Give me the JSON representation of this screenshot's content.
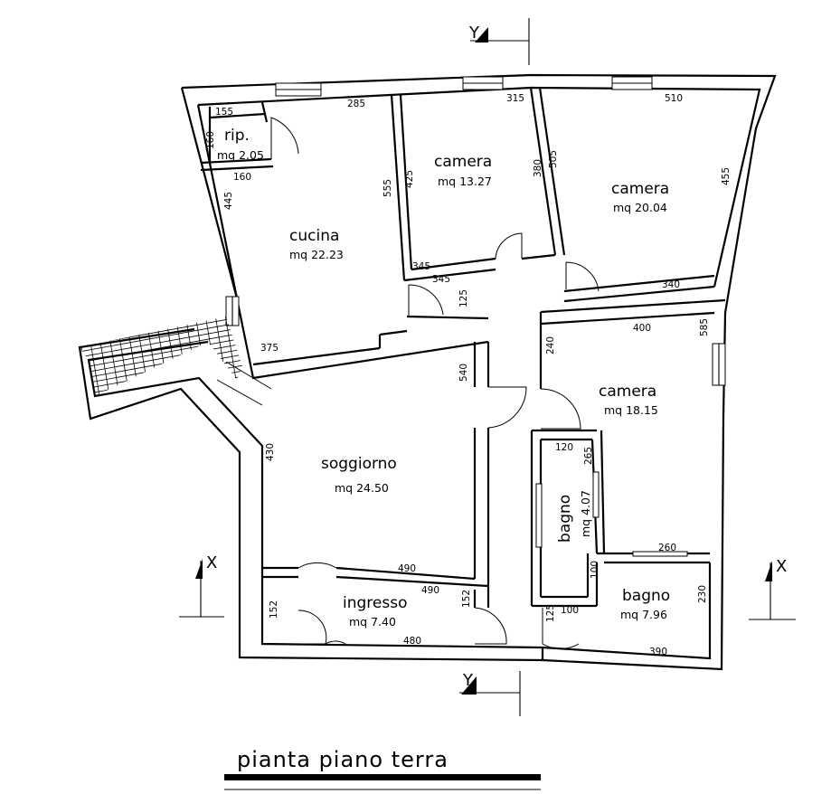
{
  "title": "pianta piano terra",
  "rooms": {
    "rip": {
      "name": "rip.",
      "area": "mq 2.05"
    },
    "cucina": {
      "name": "cucina",
      "area": "mq 22.23"
    },
    "camera1": {
      "name": "camera",
      "area": "mq 13.27"
    },
    "camera2": {
      "name": "camera",
      "area": "mq 20.04"
    },
    "camera3": {
      "name": "camera",
      "area": "mq 18.15"
    },
    "soggiorno": {
      "name": "soggiorno",
      "area": "mq 24.50"
    },
    "bagno1": {
      "name": "bagno",
      "area": "mq 4.07"
    },
    "bagno2": {
      "name": "bagno",
      "area": "mq 7.96"
    },
    "ingresso": {
      "name": "ingresso",
      "area": "mq 7.40"
    }
  },
  "dimensions": {
    "d155": "155",
    "d285": "285",
    "d315": "315",
    "d510": "510",
    "d160a": "160",
    "d160b": "160",
    "d445": "445",
    "d555": "555",
    "d425": "425",
    "d380": "380",
    "d505": "505",
    "d455": "455",
    "d345a": "345",
    "d345b": "345",
    "d125a": "125",
    "d340": "340",
    "d375": "375",
    "d540": "540",
    "d400": "400",
    "d585": "585",
    "d240": "240",
    "d430": "430",
    "d120": "120",
    "d265": "265",
    "d260": "260",
    "d100a": "100",
    "d230": "230",
    "d490a": "490",
    "d490b": "490",
    "d152a": "152",
    "d152b": "152",
    "d125b": "125",
    "d100b": "100",
    "d480": "480",
    "d390": "390"
  },
  "sections": {
    "x": "X",
    "y": "Y"
  }
}
